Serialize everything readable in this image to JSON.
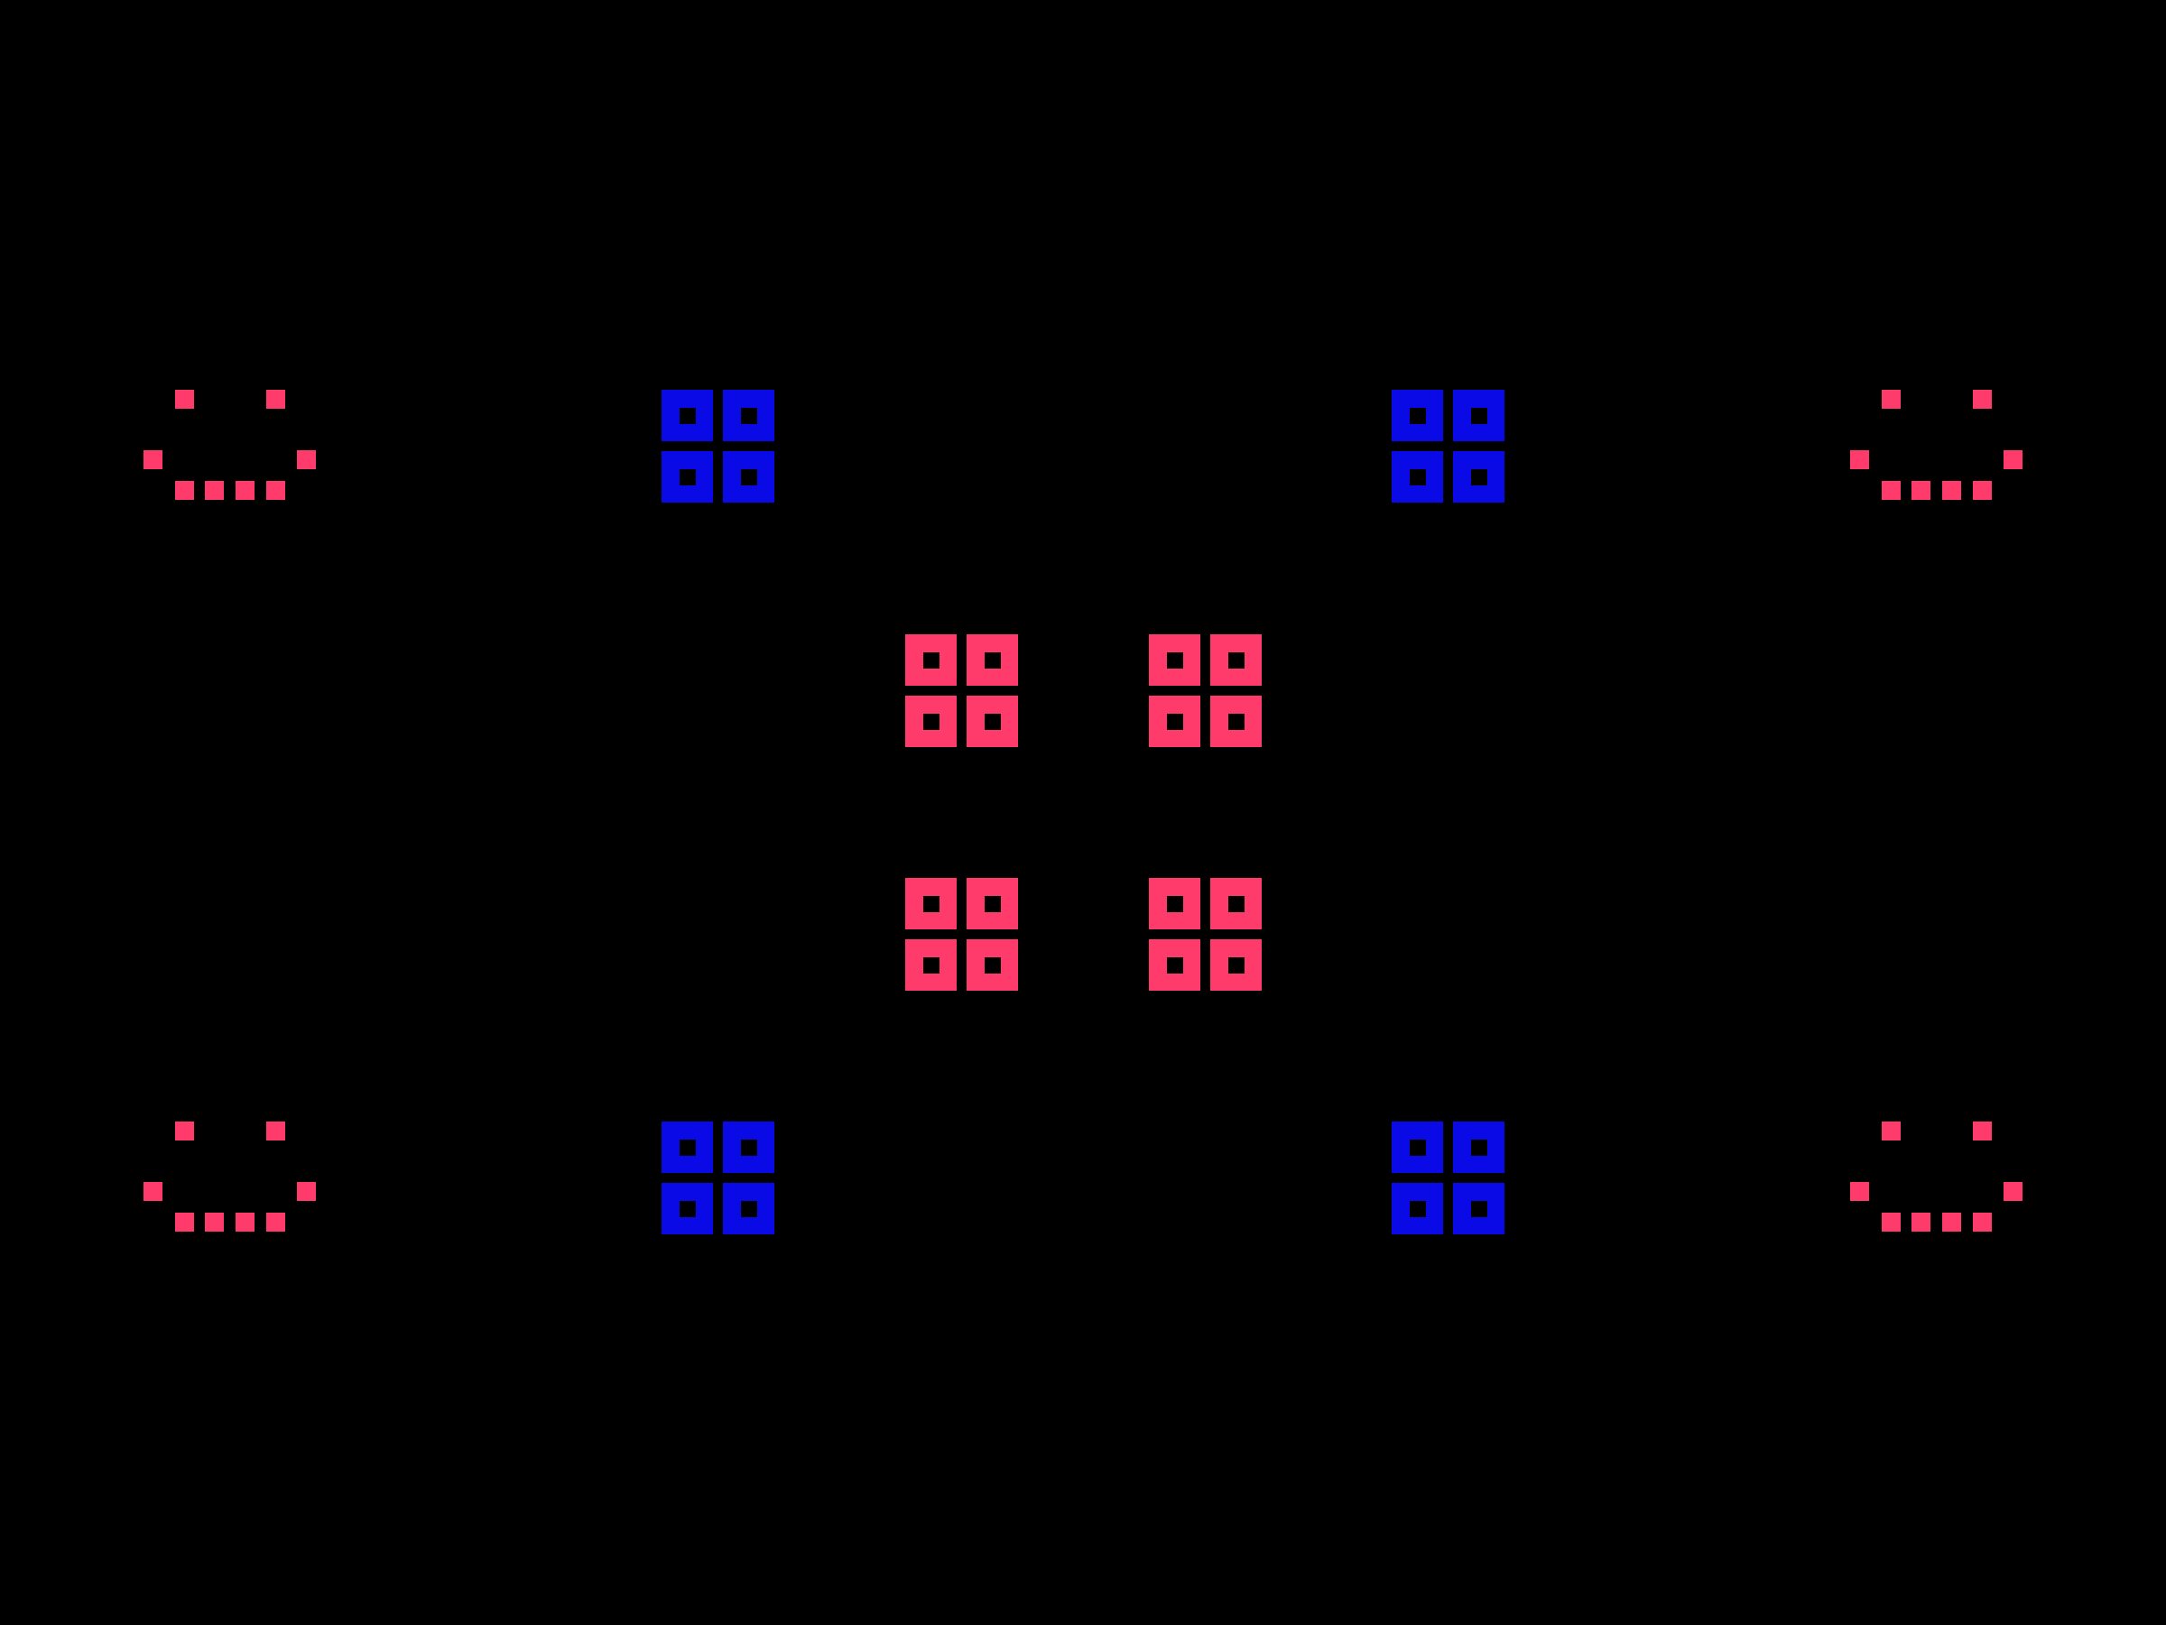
{
  "game": {
    "background": "#000000",
    "palette": {
      "pink": "#ff3b6b",
      "blue": "#0a0ae6",
      "hole": "#000000"
    },
    "sprites": {
      "smiley": {
        "name": "smiley-face-sprite",
        "color_key": "pink"
      },
      "block_blue": {
        "name": "blue-window-block",
        "color_key": "blue"
      },
      "block_pink": {
        "name": "pink-window-block",
        "color_key": "pink"
      }
    },
    "objects": [
      {
        "id": "smiley-top-left",
        "sprite": "smiley"
      },
      {
        "id": "blue-block-top-left",
        "sprite": "block_blue"
      },
      {
        "id": "blue-block-top-right",
        "sprite": "block_blue"
      },
      {
        "id": "smiley-top-right",
        "sprite": "smiley"
      },
      {
        "id": "pink-block-center-top-left",
        "sprite": "block_pink"
      },
      {
        "id": "pink-block-center-top-right",
        "sprite": "block_pink"
      },
      {
        "id": "pink-block-center-bottom-left",
        "sprite": "block_pink"
      },
      {
        "id": "pink-block-center-bottom-right",
        "sprite": "block_pink"
      },
      {
        "id": "smiley-bottom-left",
        "sprite": "smiley"
      },
      {
        "id": "blue-block-bottom-left",
        "sprite": "block_blue"
      },
      {
        "id": "blue-block-bottom-right",
        "sprite": "block_blue"
      },
      {
        "id": "smiley-bottom-right",
        "sprite": "smiley"
      }
    ]
  }
}
